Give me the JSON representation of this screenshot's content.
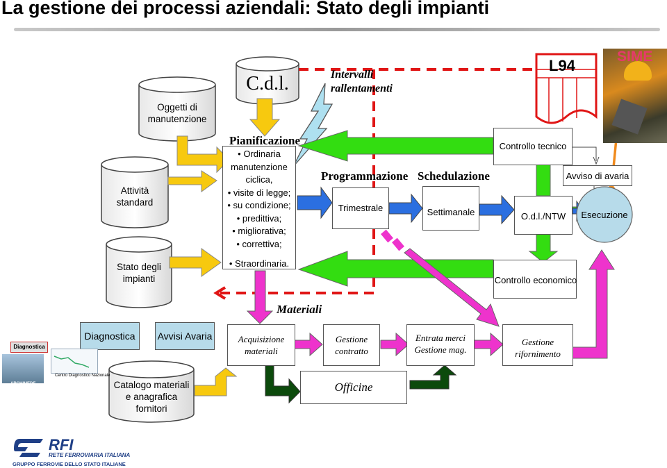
{
  "title": "La gestione dei processi aziendali: Stato degli impianti",
  "cylinders": {
    "cdl": "C.d.l.",
    "oggetti": "Oggetti di manutenzione",
    "attivita": "Attività standard",
    "stato": "Stato degli impianti",
    "catalogo": "Catalogo materiali e anagrafica fornitori"
  },
  "intervalli": "Intervalli rallentamenti",
  "l94": "L94",
  "sime": "SIME",
  "pianificazione": {
    "heading": "Pianificazione",
    "items": [
      "• Ordinaria manutenzione ciclica,",
      "• visite di legge;",
      "• su condizione;",
      "• predittiva;",
      "• migliorativa;",
      "• correttiva;"
    ],
    "extra": "• Straordinaria."
  },
  "programmazione": "Programmazione",
  "schedulazione": "Schedulazione",
  "trimestrale": "Trimestrale",
  "settimanale": "Settimanale",
  "controllo_tecnico": "Controllo tecnico",
  "avviso_avaria": "Avviso di avaria",
  "odl": "O.d.l./NTW",
  "esecuzione": "Esecuzione",
  "controllo_economico": "Controllo economico",
  "materiali": "Materiali",
  "diagnostica": "Diagnostica",
  "avvisi_avaria": "Avvisi Avaria",
  "process": {
    "acquisizione": "Acquisizione materiali",
    "gestione_contratto": "Gestione contratto",
    "entrata_merci": "Entrata merci Gestione mag.",
    "gestione_rifornimento": "Gestione rifornimento",
    "officine": "Officine"
  },
  "thumb": {
    "diagnostica_label": "Diagnostica",
    "centro": "Centro Diagnostico Nazionale",
    "archimede": "ARCHIMEDE"
  },
  "logo": {
    "rfi": "RFI",
    "line1": "RETE FERROVIARIA ITALIANA",
    "line2": "GRUPPO FERROVIE DELLO STATO ITALIANE"
  },
  "colors": {
    "yellow": "#f7c90f",
    "green": "#33dd11",
    "blue": "#2b6fe0",
    "magenta": "#ee33cc",
    "darkgreen": "#0c4a0c",
    "red": "#e01515",
    "lightblue": "#b7dbea"
  }
}
